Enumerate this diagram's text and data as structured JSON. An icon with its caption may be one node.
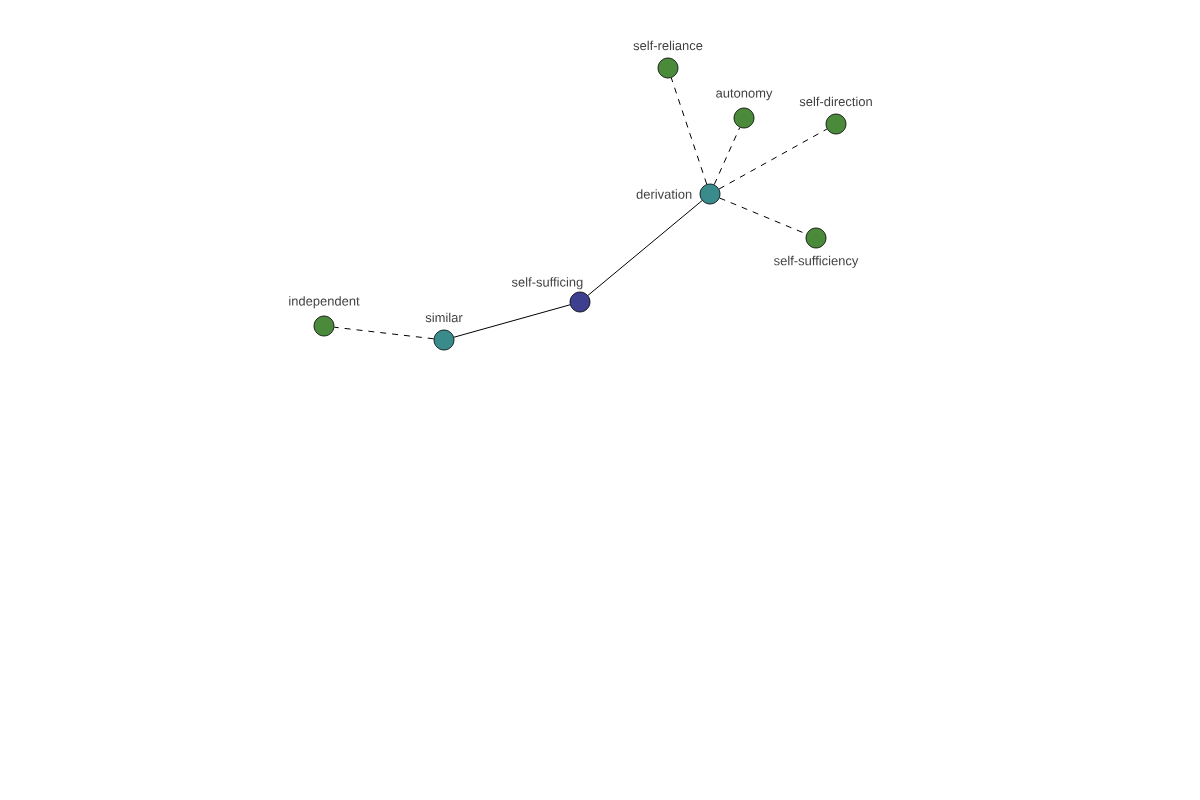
{
  "diagram": {
    "nodes": [
      {
        "text": [
          "self-sufficing"
        ]
      },
      {
        "text": [
          "similar"
        ]
      },
      {
        "text": [
          "independent"
        ]
      },
      {
        "text": [
          "derivation"
        ]
      },
      {
        "text": [
          "self-reliance"
        ]
      },
      {
        "text": [
          "autonomy"
        ]
      },
      {
        "text": [
          "self-direction"
        ]
      },
      {
        "text": [
          "self-sufficiency"
        ]
      }
    ],
    "edges": [
      {
        "from": 0,
        "to": 1,
        "arrow": "none"
      },
      {
        "from": 1,
        "to": 2,
        "arrow": "none",
        "style": "dashed"
      },
      {
        "from": 0,
        "to": 3,
        "arrow": "none"
      },
      {
        "from": 3,
        "to": 4,
        "arrow": "none",
        "style": "dashed"
      },
      {
        "from": 3,
        "to": 5,
        "arrow": "none",
        "style": "dashed"
      },
      {
        "from": 3,
        "to": 6,
        "arrow": "none",
        "style": "dashed"
      },
      {
        "from": 3,
        "to": 7,
        "arrow": "none",
        "style": "dashed"
      }
    ]
  }
}
